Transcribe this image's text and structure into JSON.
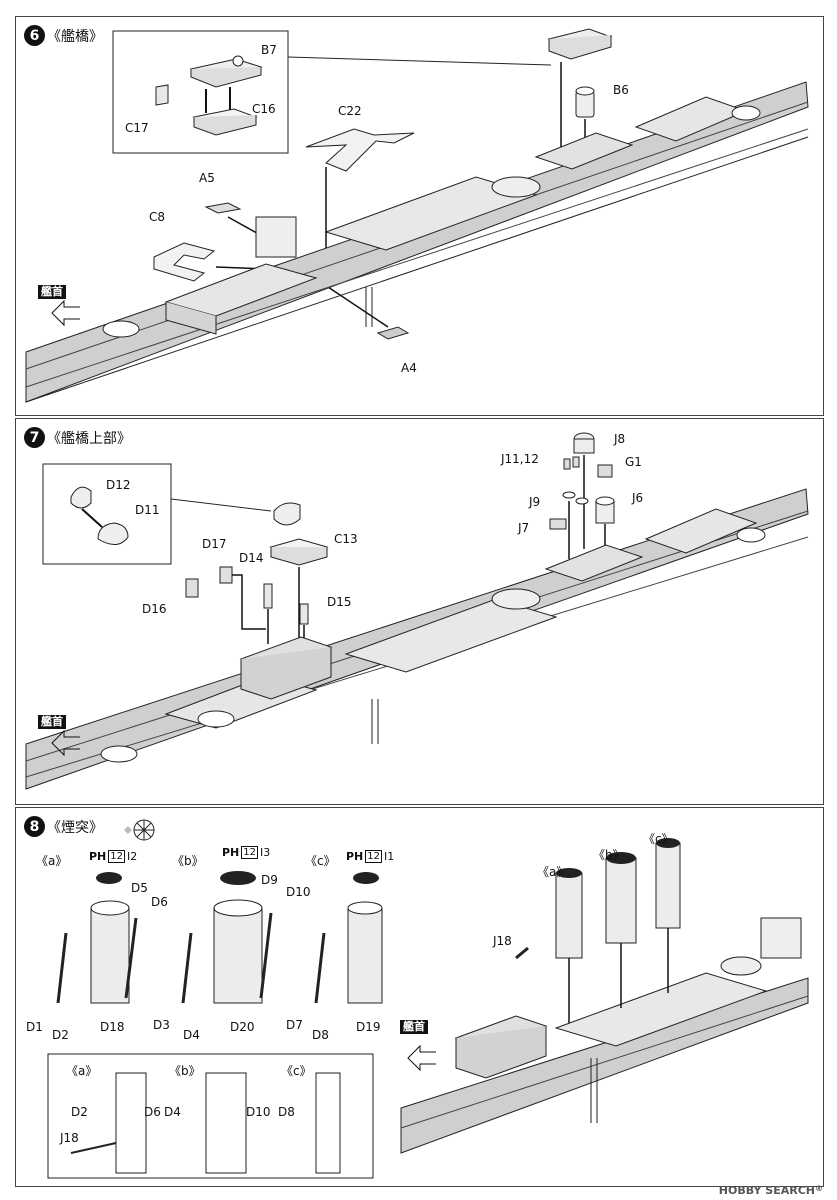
{
  "steps": [
    {
      "number": "6",
      "title": "《艦橋》"
    },
    {
      "number": "7",
      "title": "《艦橋上部》"
    },
    {
      "number": "8",
      "title": "《煙突》"
    }
  ],
  "bow_label": "艦首",
  "step6": {
    "parts": [
      "B7",
      "C16",
      "C17",
      "C22",
      "B6",
      "A5",
      "C8",
      "A4"
    ]
  },
  "step7": {
    "parts": [
      "D12",
      "D11",
      "C13",
      "D17",
      "D14",
      "D16",
      "D15",
      "J8",
      "J11,12",
      "G1",
      "J9",
      "J6",
      "J7"
    ]
  },
  "step8": {
    "variants": [
      "《a》",
      "《b》",
      "《c》"
    ],
    "photo_etch": [
      {
        "code": "PH",
        "sheet": "12",
        "part": "I2"
      },
      {
        "code": "PH",
        "sheet": "12",
        "part": "I3"
      },
      {
        "code": "PH",
        "sheet": "12",
        "part": "I1"
      }
    ],
    "a_parts": [
      "D5",
      "D6",
      "D1",
      "D2",
      "D18"
    ],
    "b_parts": [
      "D9",
      "D10",
      "D3",
      "D4",
      "D20"
    ],
    "c_parts": [
      "D7",
      "D8",
      "D19"
    ],
    "detail_parts": [
      "D2",
      "D6",
      "D4",
      "D10",
      "D8",
      "J18"
    ],
    "hull_parts": [
      "J18"
    ]
  },
  "watermark": {
    "text": "HOBBY SEARCH",
    "reg": "®"
  }
}
